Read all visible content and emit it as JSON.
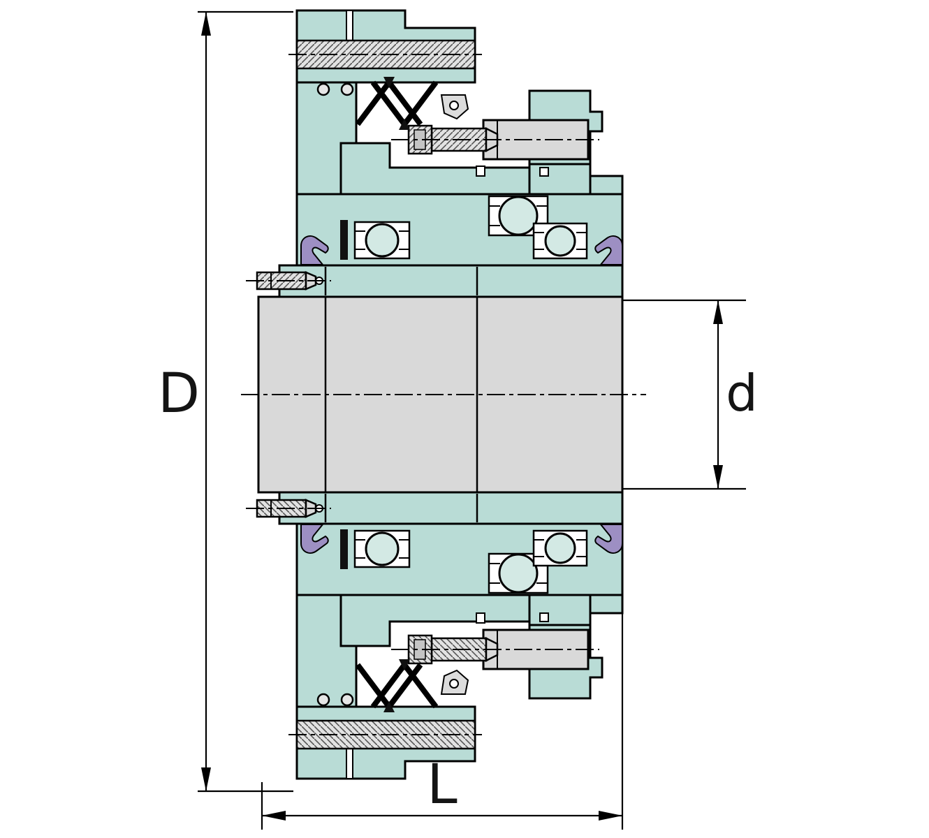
{
  "diagram": {
    "type": "technical-cross-section",
    "labels": {
      "outer_diameter": "D",
      "bore_diameter": "d",
      "width": "L"
    },
    "colors": {
      "housing_teal": "#b9dcd6",
      "steel_gray": "#d9d9d9",
      "hatch_gray": "#e2e2e2",
      "seal_purple": "#9d8fc3",
      "ball_teal": "#d3e9e4",
      "outline": "#000000",
      "label_color": "#141414",
      "background": "#ffffff"
    }
  }
}
